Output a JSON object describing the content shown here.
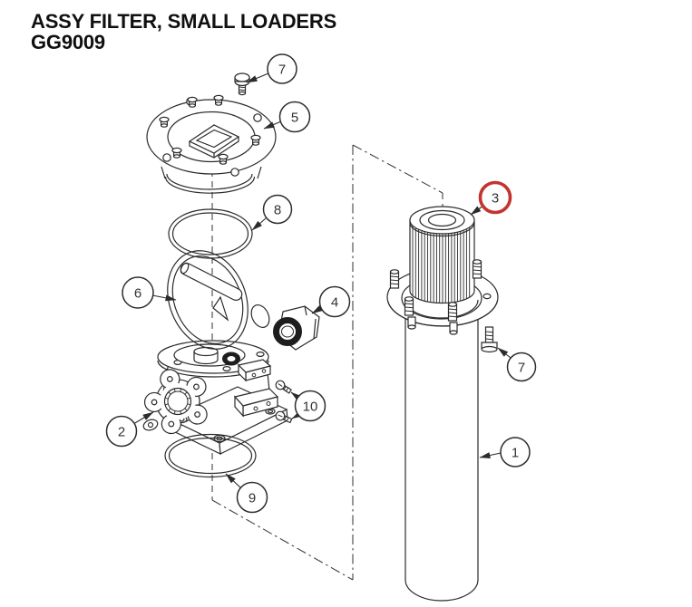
{
  "header": {
    "title": "ASSY FILTER, SMALL LOADERS",
    "part_number": "GG9009"
  },
  "diagram": {
    "type": "exploded-parts-view",
    "highlighted_callout": "3",
    "colors": {
      "line": "#2b2b2b",
      "highlight": "#c4342f",
      "background": "#ffffff",
      "callout_text": "#333333"
    },
    "callouts": [
      {
        "number": "7",
        "target": "hex-bolt-upper",
        "highlighted": false
      },
      {
        "number": "5",
        "target": "filter-cover",
        "highlighted": false
      },
      {
        "number": "8",
        "target": "cover-o-ring",
        "highlighted": false
      },
      {
        "number": "6",
        "target": "retainer-handle-ring",
        "highlighted": false
      },
      {
        "number": "4",
        "target": "hex-plug-fitting",
        "highlighted": false
      },
      {
        "number": "3",
        "target": "filter-element",
        "highlighted": true
      },
      {
        "number": "7",
        "target": "hex-bolt-lower",
        "highlighted": false
      },
      {
        "number": "10",
        "target": "machine-screws",
        "highlighted": false
      },
      {
        "number": "2",
        "target": "filter-head-body",
        "highlighted": false
      },
      {
        "number": "9",
        "target": "body-o-ring",
        "highlighted": false
      },
      {
        "number": "1",
        "target": "filter-canister-tube",
        "highlighted": false
      }
    ]
  }
}
